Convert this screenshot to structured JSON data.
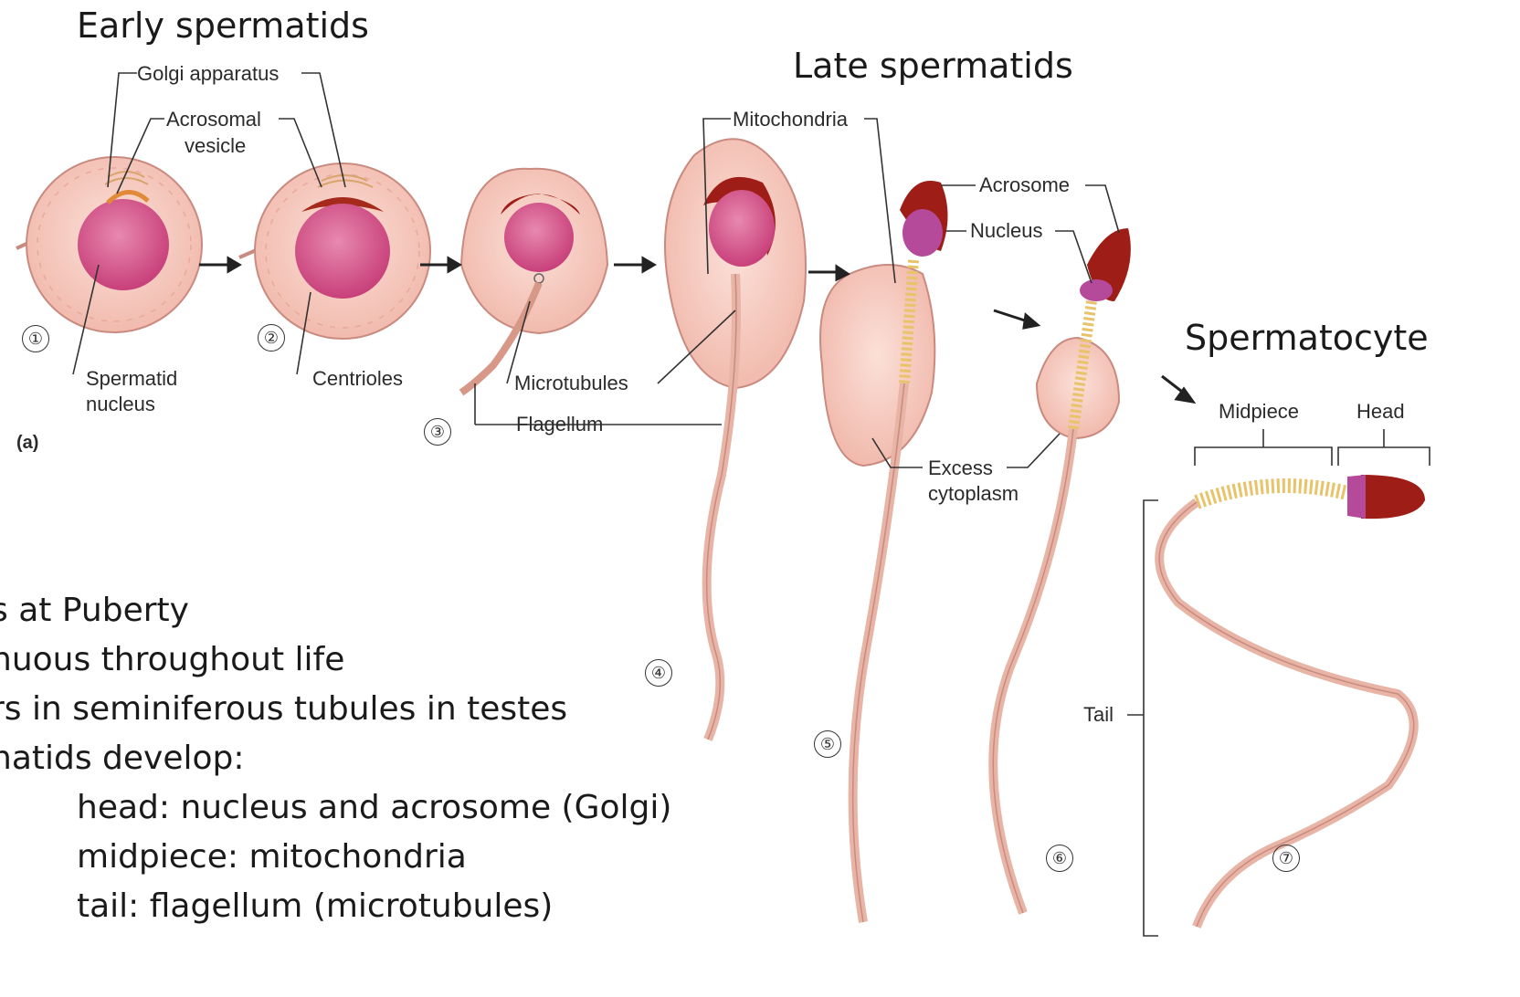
{
  "headings": {
    "early": "Early spermatids",
    "late": "Late spermatids",
    "mature": "Spermatocyte"
  },
  "labels": {
    "golgi": "Golgi apparatus",
    "acrosomal_1": "Acrosomal",
    "acrosomal_2": "vesicle",
    "spermatid_1": "Spermatid",
    "spermatid_2": "nucleus",
    "centrioles": "Centrioles",
    "mitochondria": "Mitochondria",
    "microtubules": "Microtubules",
    "flagellum": "Flagellum",
    "acrosome": "Acrosome",
    "nucleus": "Nucleus",
    "excess_1": "Excess",
    "excess_2": "cytoplasm",
    "midpiece": "Midpiece",
    "head": "Head",
    "tail": "Tail",
    "panel": "(a)"
  },
  "stages": [
    "①",
    "②",
    "③",
    "④",
    "⑤",
    "⑥",
    "⑦"
  ],
  "bullets": [
    "s at Puberty",
    "nuous throughout life",
    "rs in seminiferous tubules in testes",
    "natids develop:"
  ],
  "sub_bullets": [
    "head: nucleus and acrosome (Golgi)",
    "midpiece: mitochondria",
    "tail: flagellum (microtubules)"
  ],
  "colors": {
    "cytoplasm": "#f6c9c0",
    "cell_outline": "#c98a80",
    "nucleus": "#d9528a",
    "acrosome": "#9e1d16",
    "head_nucleus": "#b64a9a",
    "mitochondria": "#e8c36a",
    "leader": "#333333"
  }
}
